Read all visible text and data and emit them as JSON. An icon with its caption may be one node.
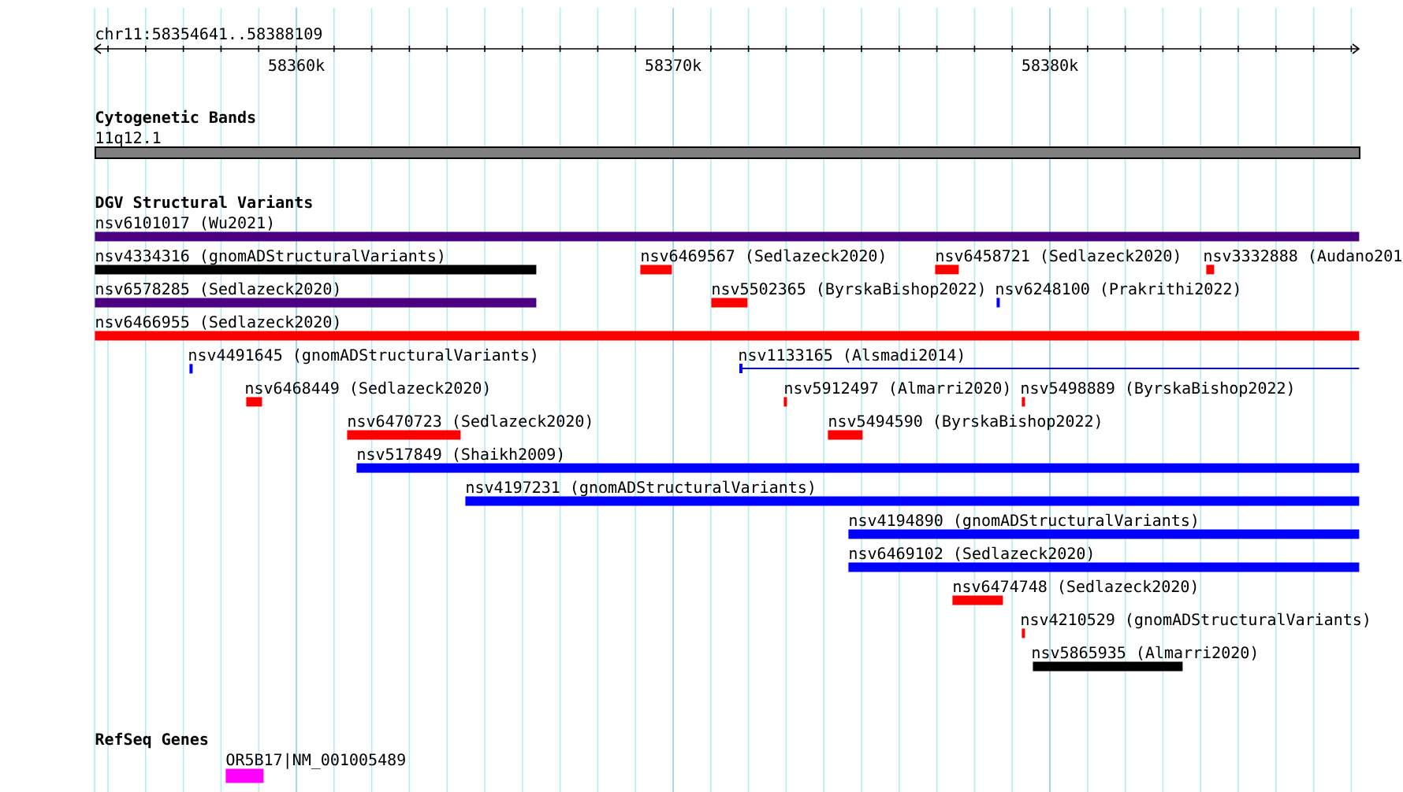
{
  "diagram": {
    "nodes": [
      {
        "text": [
          "11q12.1"
        ]
      },
      {
        "text": [
          "nsv6101017 (Wu2021)"
        ]
      },
      {
        "text": [
          "nsv4334316 (gnomADStructuralVariants)"
        ]
      },
      {
        "text": [
          "nsv6469567 (Sedlazeck2020)"
        ]
      },
      {
        "text": [
          "nsv6458721 (Sedlazeck2020)"
        ]
      },
      {
        "text": [
          "nsv3332888 (Audano201"
        ]
      },
      {
        "text": [
          "nsv6578285 (Sedlazeck2020)"
        ]
      },
      {
        "text": [
          "nsv5502365 (ByrskaBishop2022)"
        ]
      },
      {
        "text": [
          "nsv6248100 (Prakrithi2022)"
        ]
      },
      {
        "text": [
          "nsv6466955 (Sedlazeck2020)"
        ]
      },
      {
        "text": [
          "nsv4491645 (gnomADStructuralVariants)"
        ]
      },
      {
        "text": [
          "nsv1133165 (Alsmadi2014)"
        ]
      },
      {
        "text": [
          "nsv6468449 (Sedlazeck2020)"
        ]
      },
      {
        "text": [
          "nsv5912497 (Almarri2020)"
        ]
      },
      {
        "text": [
          "nsv5498889 (ByrskaBishop2022)"
        ]
      },
      {
        "text": [
          "nsv6470723 (Sedlazeck2020)"
        ]
      },
      {
        "text": [
          "nsv5494590 (ByrskaBishop2022)"
        ]
      },
      {
        "text": [
          "nsv517849 (Shaikh2009)"
        ]
      },
      {
        "text": [
          "nsv4197231 (gnomADStructuralVariants)"
        ]
      },
      {
        "text": [
          "nsv4194890 (gnomADStructuralVariants)"
        ]
      },
      {
        "text": [
          "nsv6469102 (Sedlazeck2020)"
        ]
      },
      {
        "text": [
          "nsv6474748 (Sedlazeck2020)"
        ]
      },
      {
        "text": [
          "nsv4210529 (gnomADStructuralVariants)"
        ]
      },
      {
        "text": [
          "nsv5865935 (Almarri2020)"
        ]
      },
      {
        "text": [
          "OR5B17|NM_001005489"
        ]
      }
    ],
    "labels": [
      "chr11:58354641..58388109",
      "58360k",
      "58370k",
      "58380k",
      "Cytogenetic Bands",
      "DGV Structural Variants",
      "RefSeq Genes"
    ]
  }
}
